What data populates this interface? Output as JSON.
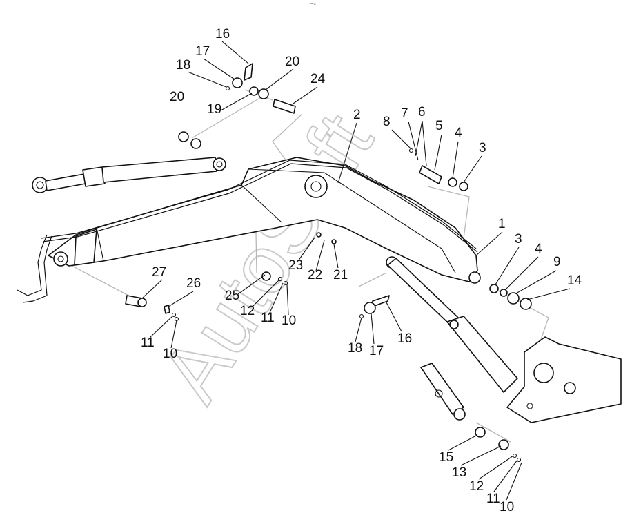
{
  "header_mark": "~-",
  "watermark": "AutoSoft",
  "callouts": {
    "c1": "1",
    "c2": "2",
    "c3a": "3",
    "c3b": "3",
    "c4a": "4",
    "c4b": "4",
    "c5": "5",
    "c6": "6",
    "c7": "7",
    "c8": "8",
    "c9": "9",
    "c10a": "10",
    "c10b": "10",
    "c10c": "10",
    "c11a": "11",
    "c11b": "11",
    "c11c": "11",
    "c12a": "12",
    "c12b": "12",
    "c13": "13",
    "c14": "14",
    "c15": "15",
    "c16a": "16",
    "c16b": "16",
    "c17a": "17",
    "c17b": "17",
    "c18a": "18",
    "c18b": "18",
    "c19": "19",
    "c20a": "20",
    "c20b": "20",
    "c21": "21",
    "c22": "22",
    "c23": "23",
    "c24": "24",
    "c25": "25",
    "c26": "26",
    "c27": "27"
  }
}
